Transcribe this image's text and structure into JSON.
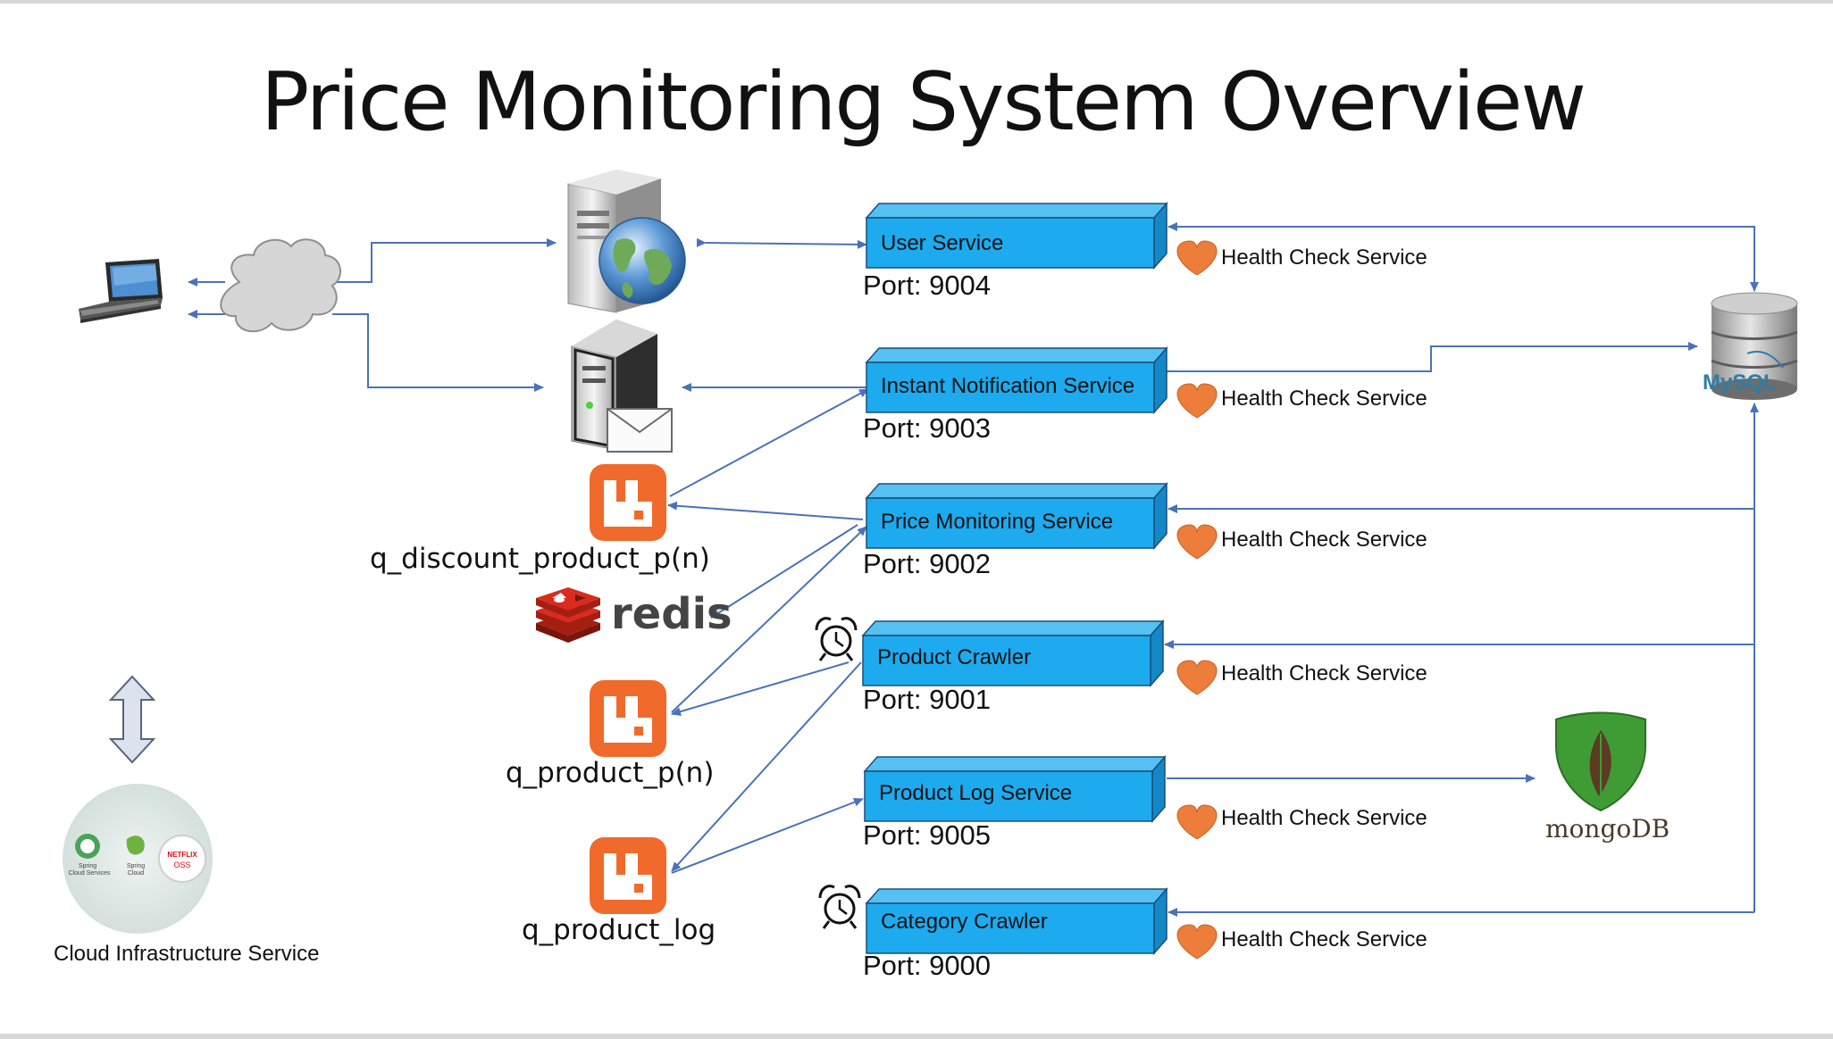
{
  "title": "Price Monitoring System Overview",
  "services": [
    {
      "name": "User Service",
      "port": "Port: 9004",
      "health": "Health Check Service"
    },
    {
      "name": "Instant Notification Service",
      "port": "Port: 9003",
      "health": "Health Check Service"
    },
    {
      "name": "Price Monitoring Service",
      "port": "Port: 9002",
      "health": "Health Check Service"
    },
    {
      "name": "Product Crawler",
      "port": "Port: 9001",
      "health": "Health Check Service"
    },
    {
      "name": "Product Log Service",
      "port": "Port: 9005",
      "health": "Health Check Service"
    },
    {
      "name": "Category Crawler",
      "port": "Port: 9000",
      "health": "Health Check Service"
    }
  ],
  "queues": [
    "q_discount_product_p(n)",
    "q_product_p(n)",
    "q_product_log"
  ],
  "redis_label": "redis",
  "mysql_logo_text": "MySQL",
  "mongodb_label": "mongoDB",
  "cloud_infra_label": "Cloud Infrastructure Service",
  "cloud_logos": {
    "spring_cloud_services": [
      "Spring",
      "Cloud Services"
    ],
    "spring_cloud": [
      "Spring",
      "Cloud"
    ],
    "netflix_oss": [
      "NETFLIX",
      "OSS"
    ]
  },
  "colors": {
    "service_box": "#1daaee",
    "arrow": "#4a72b8",
    "heart": "#ec7d3b",
    "rabbitmq": "#f06a2b",
    "redis": "#c9302c",
    "mongodb_leaf": "#3f9c35"
  },
  "icons": [
    "laptop-icon",
    "cloud-icon",
    "web-server-icon",
    "mail-server-icon",
    "rabbitmq-icon",
    "redis-icon",
    "alarm-clock-icon",
    "heart-icon",
    "mysql-database-icon",
    "mongodb-leaf-icon",
    "double-arrow-icon"
  ]
}
